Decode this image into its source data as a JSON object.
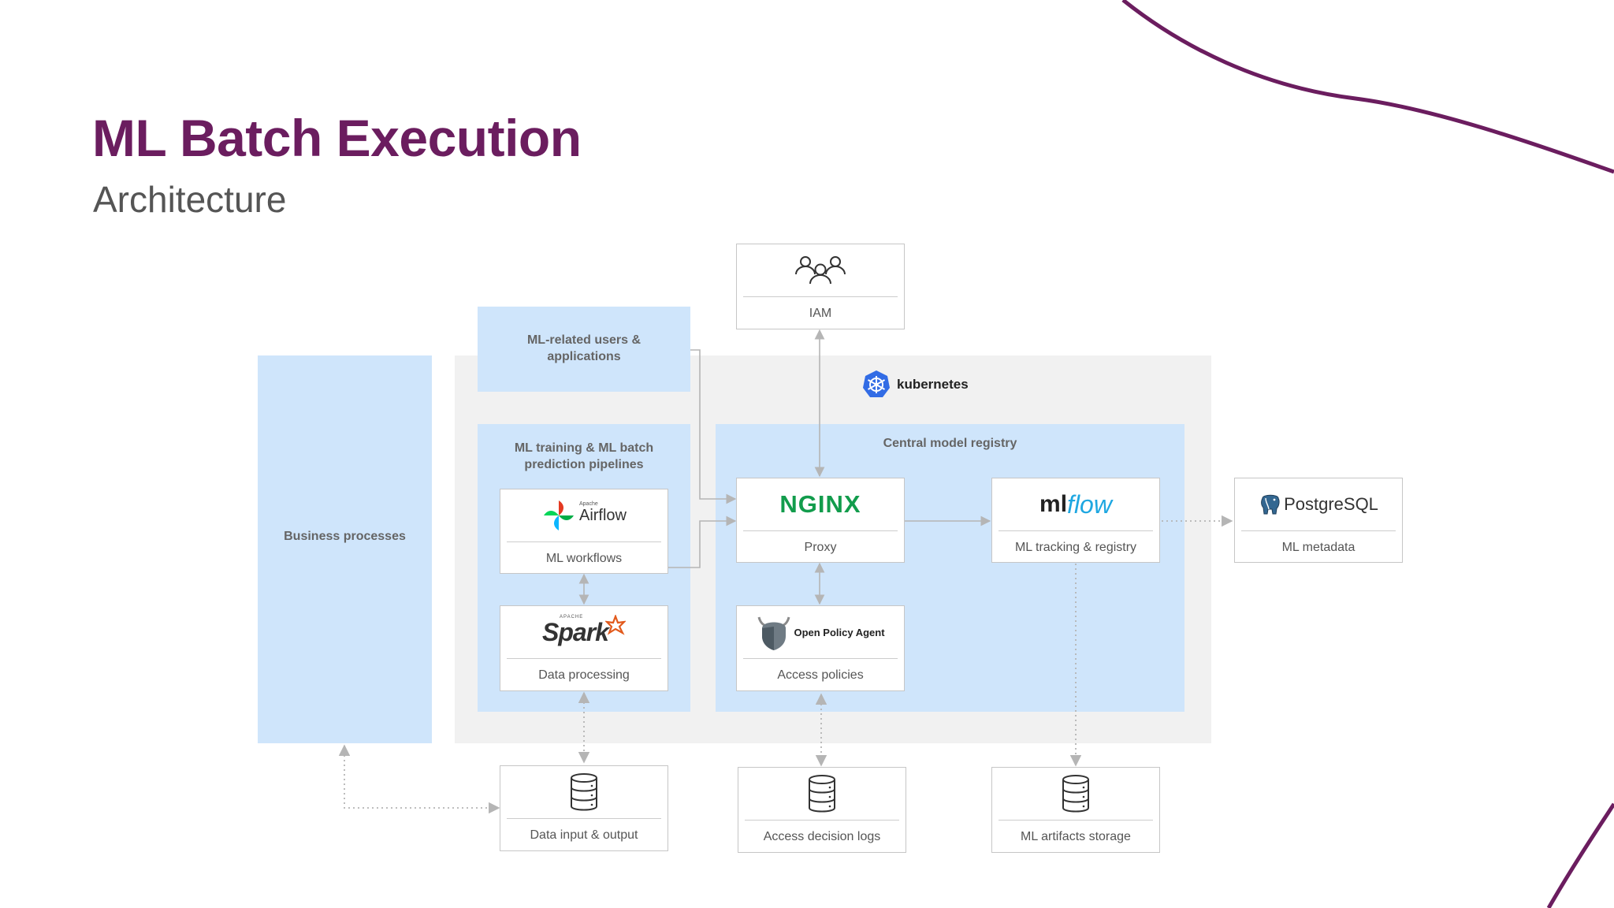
{
  "slide": {
    "title": "ML Batch Execution",
    "subtitle": "Architecture"
  },
  "colors": {
    "brand_purple": "#6b1d5f",
    "region_blue": "#cfe5fb",
    "cluster_grey": "#f1f1f1",
    "nginx_green": "#129c4c",
    "mlflow_blue": "#1ea7e1",
    "kubernetes_blue": "#326ce5",
    "airflow_colors": [
      "#e43921",
      "#00ad46",
      "#0cb6ff",
      "#04d659"
    ],
    "spark_orange": "#e25a1c",
    "postgres_blue": "#336791"
  },
  "diagram": {
    "kubernetes_label": "kubernetes",
    "regions": {
      "business_processes": "Business processes",
      "ml_users": "ML-related users & applications",
      "ml_pipelines": "ML training & ML batch prediction pipelines",
      "central_registry": "Central model registry"
    },
    "nodes": {
      "iam": {
        "caption": "IAM",
        "icon": "users-icon"
      },
      "airflow": {
        "caption": "ML workflows",
        "logo_text": "Airflow",
        "logo_small": "Apache",
        "icon": "airflow-pinwheel-icon"
      },
      "spark": {
        "caption": "Data processing",
        "logo_text": "Spark",
        "logo_small": "APACHE",
        "icon": "spark-star-icon"
      },
      "nginx": {
        "caption": "Proxy",
        "logo_text": "NGINX"
      },
      "opa": {
        "caption": "Access policies",
        "logo_text": "Open Policy Agent",
        "icon": "opa-viking-icon"
      },
      "mlflow": {
        "caption": "ML tracking & registry",
        "logo_ml": "ml",
        "logo_flow": "flow"
      },
      "postgres": {
        "caption": "ML metadata",
        "logo_text": "PostgreSQL",
        "icon": "elephant-icon"
      },
      "data_io": {
        "caption": "Data input & output",
        "icon": "database-icon"
      },
      "access_logs": {
        "caption": "Access decision logs",
        "icon": "database-icon"
      },
      "artifacts": {
        "caption": "ML artifacts storage",
        "icon": "database-icon"
      }
    }
  }
}
